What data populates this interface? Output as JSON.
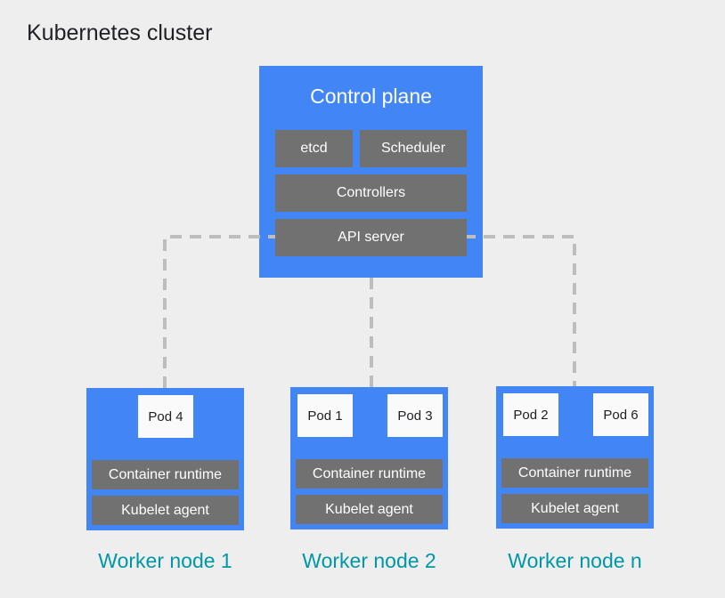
{
  "title": "Kubernetes cluster",
  "control_plane": {
    "label": "Control plane",
    "components": [
      "etcd",
      "Scheduler",
      "Controllers",
      "API server"
    ]
  },
  "worker_nodes": [
    {
      "label": "Worker node 1",
      "pods": [
        "Pod 4"
      ],
      "components": [
        "Container runtime",
        "Kubelet agent"
      ]
    },
    {
      "label": "Worker node 2",
      "pods": [
        "Pod 1",
        "Pod 3"
      ],
      "components": [
        "Container runtime",
        "Kubelet agent"
      ]
    },
    {
      "label": "Worker node n",
      "pods": [
        "Pod 2",
        "Pod 6"
      ],
      "components": [
        "Container runtime",
        "Kubelet agent"
      ]
    }
  ],
  "colors": {
    "background": "#eeeeee",
    "node_blue": "#4285f4",
    "component_gray": "#717171",
    "component_text": "#ffffff",
    "pod_bg": "#fafafa",
    "pod_text": "#202124",
    "label_teal": "#0097a7",
    "connector_gray": "#bdbdbd",
    "title_dark": "#202124"
  }
}
